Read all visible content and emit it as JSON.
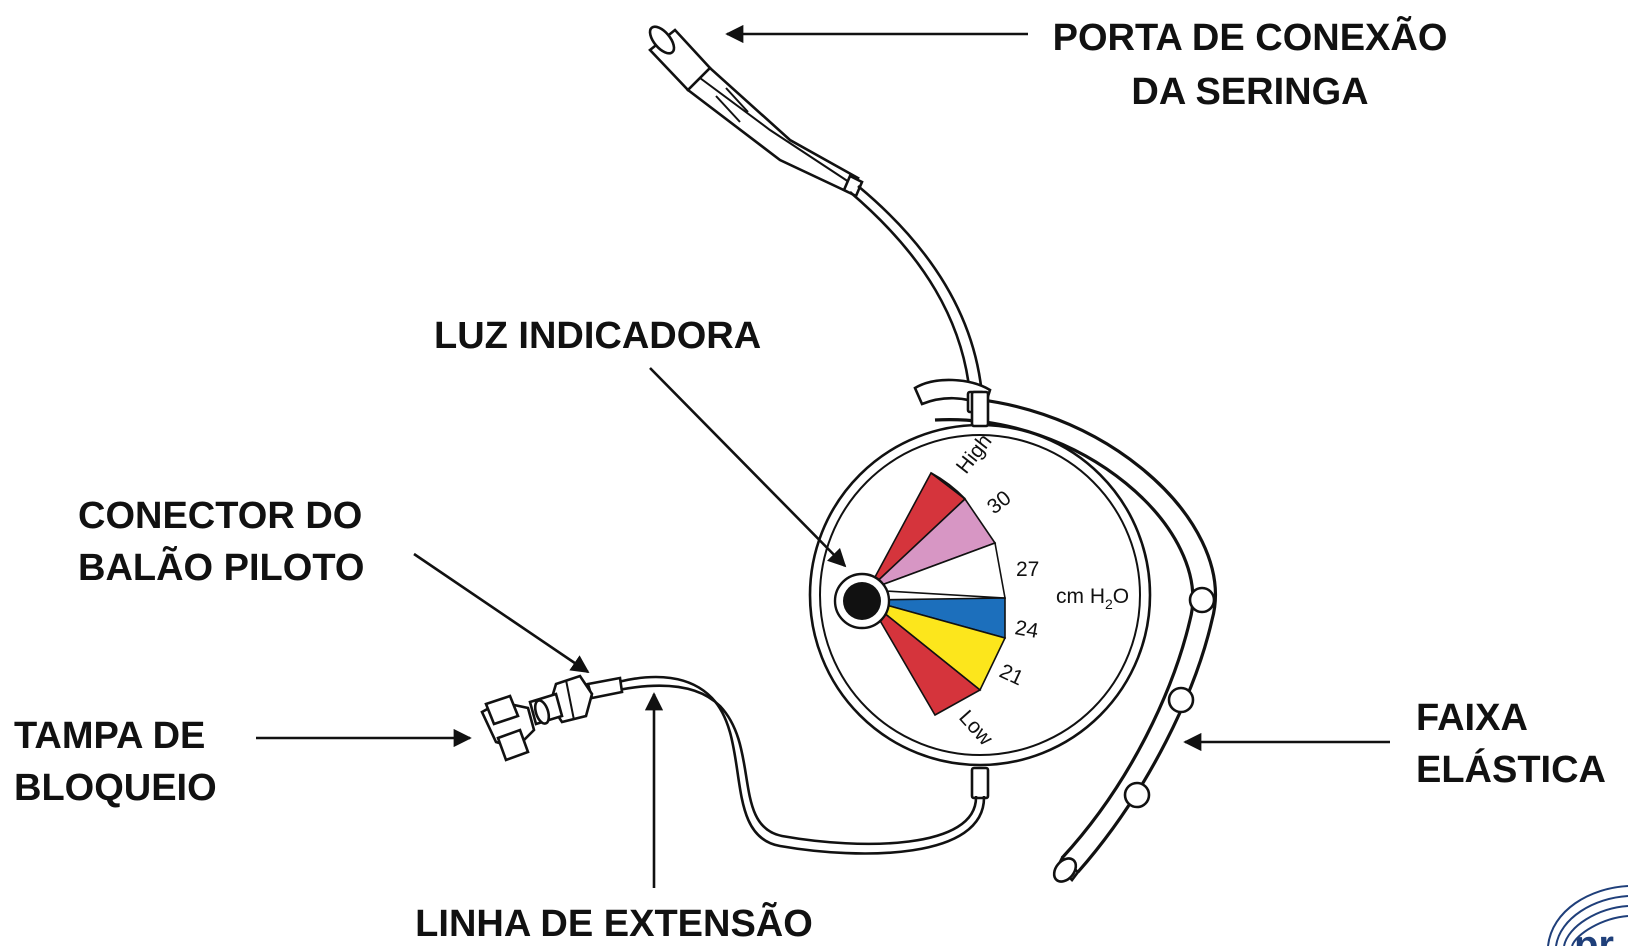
{
  "labels": {
    "syringe_port_line1": "PORTA DE CONEXÃO",
    "syringe_port_line2": "DA SERINGA",
    "indicator_light": "LUZ INDICADORA",
    "pilot_connector_line1": "CONECTOR DO",
    "pilot_connector_line2": "BALÃO PILOTO",
    "lock_cap_line1": "TAMPA DE",
    "lock_cap_line2": "BLOQUEIO",
    "extension_line": "LINHA DE EXTENSÃO",
    "elastic_band_line1": "FAIXA",
    "elastic_band_line2": "ELÁSTICA"
  },
  "gauge": {
    "scale_high": "High",
    "scale_low": "Low",
    "ticks": [
      "30",
      "27",
      "24",
      "21"
    ],
    "unit_prefix": "cm H",
    "unit_subscript": "2",
    "unit_suffix": "O",
    "zone_colors": {
      "high": "#d5343c",
      "above_target": "#d796c4",
      "target_upper": "#ffffff",
      "target": "#1c6fbc",
      "below_target": "#fce61c",
      "low": "#d5343c"
    }
  },
  "logo": {
    "partial_text": "pr",
    "color": "#1f3f7a"
  }
}
